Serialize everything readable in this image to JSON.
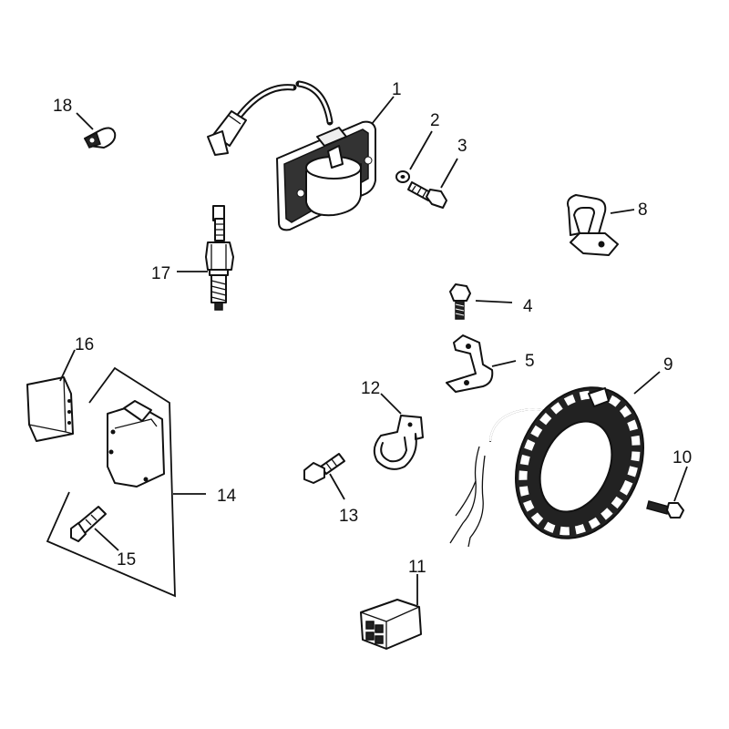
{
  "callouts": {
    "c1": "1",
    "c2": "2",
    "c3": "3",
    "c4": "4",
    "c5": "5",
    "c8": "8",
    "c9": "9",
    "c10": "10",
    "c11": "11",
    "c12": "12",
    "c13": "13",
    "c14": "14",
    "c15": "15",
    "c16": "16",
    "c17": "17",
    "c18": "18"
  },
  "colors": {
    "ink": "#111111",
    "paper": "#ffffff"
  }
}
